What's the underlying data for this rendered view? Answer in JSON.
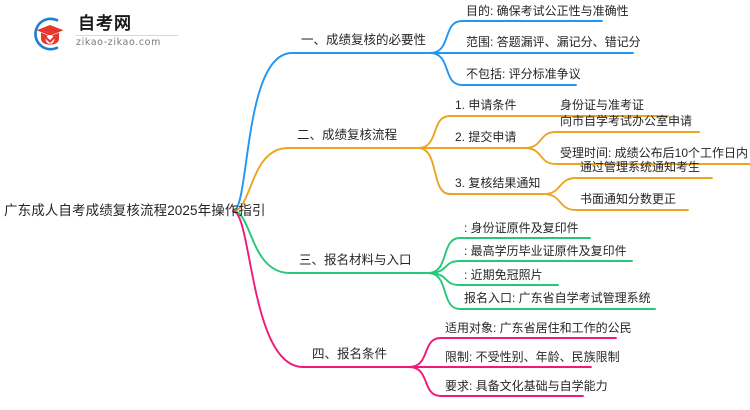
{
  "logo": {
    "icon": "graduation-cap-in-circle-icon",
    "wordmark": "自考网",
    "url": "zikao-zikao.com",
    "arc_color": "#1b7fd4",
    "cap_color": "#e8382c"
  },
  "mindmap": {
    "root": "广东成人自考成绩复核流程2025年操作指引",
    "branches": [
      {
        "label": "一、成绩复核的必要性",
        "color": "#2196f3",
        "children": [
          {
            "label": "目的: 确保考试公正性与准确性"
          },
          {
            "label": "范围: 答题漏评、漏记分、错记分"
          },
          {
            "label": "不包括: 评分标准争议"
          }
        ]
      },
      {
        "label": "二、成绩复核流程",
        "color": "#eda420",
        "children": [
          {
            "label": "1. 申请条件",
            "children": [
              {
                "label": "身份证与准考证"
              }
            ]
          },
          {
            "label": "2. 提交申请",
            "children": [
              {
                "label": "向市自学考试办公室申请"
              },
              {
                "label": "受理时间: 成绩公布后10个工作日内"
              }
            ]
          },
          {
            "label": "3. 复核结果通知",
            "children": [
              {
                "label": "通过管理系统通知考生"
              },
              {
                "label": "书面通知分数更正"
              }
            ]
          }
        ]
      },
      {
        "label": "三、报名材料与入口",
        "color": "#24c878",
        "children": [
          {
            "label": ": 身份证原件及复印件"
          },
          {
            "label": ": 最高学历毕业证原件及复印件"
          },
          {
            "label": ": 近期免冠照片"
          },
          {
            "label": "报名入口: 广东省自学考试管理系统"
          }
        ]
      },
      {
        "label": "四、报名条件",
        "color": "#f0187c",
        "children": [
          {
            "label": "适用对象: 广东省居住和工作的公民"
          },
          {
            "label": "限制: 不受性别、年龄、民族限制"
          },
          {
            "label": "要求: 具备文化基础与自学能力"
          }
        ]
      }
    ]
  }
}
